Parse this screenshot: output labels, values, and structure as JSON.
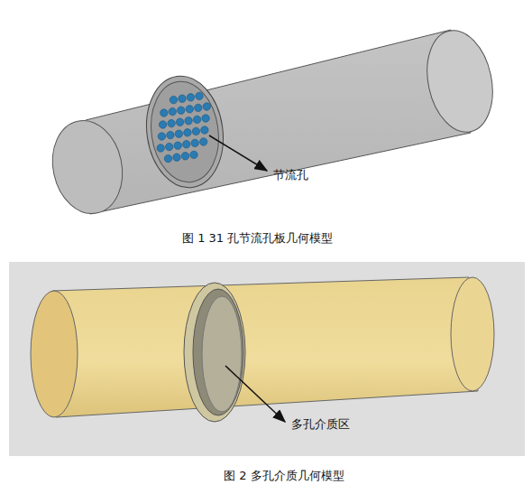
{
  "diagram": {
    "labels": [
      "节流孔",
      "图 1 31 孔节流孔板几何模型",
      "多孔介质区",
      "图 2 多孔介质几何模型"
    ]
  }
}
